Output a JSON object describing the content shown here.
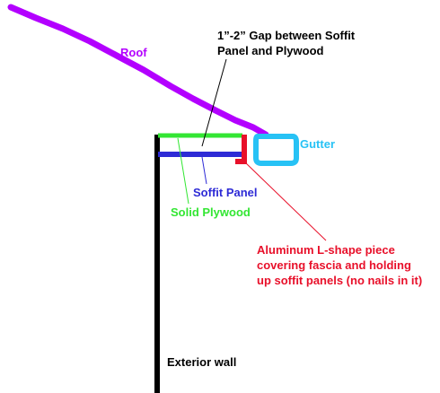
{
  "labels": {
    "roof": "Roof",
    "gap_line1": "1”-2” Gap between Soffit",
    "gap_line2": "Panel and Plywood",
    "gutter": "Gutter",
    "soffit_panel": "Soffit Panel",
    "solid_plywood": "Solid Plywood",
    "aluminum_line1": "Aluminum L-shape piece",
    "aluminum_line2": "covering fascia and holding",
    "aluminum_line3": "up soffit panels (no nails in it)",
    "exterior_wall": "Exterior wall"
  },
  "colors": {
    "roof": "#b300ff",
    "gutter": "#27c2f5",
    "soffit_panel": "#2e2bd6",
    "solid_plywood": "#33e633",
    "aluminum": "#e8102a",
    "wall": "#000000",
    "text_black": "#000000"
  }
}
